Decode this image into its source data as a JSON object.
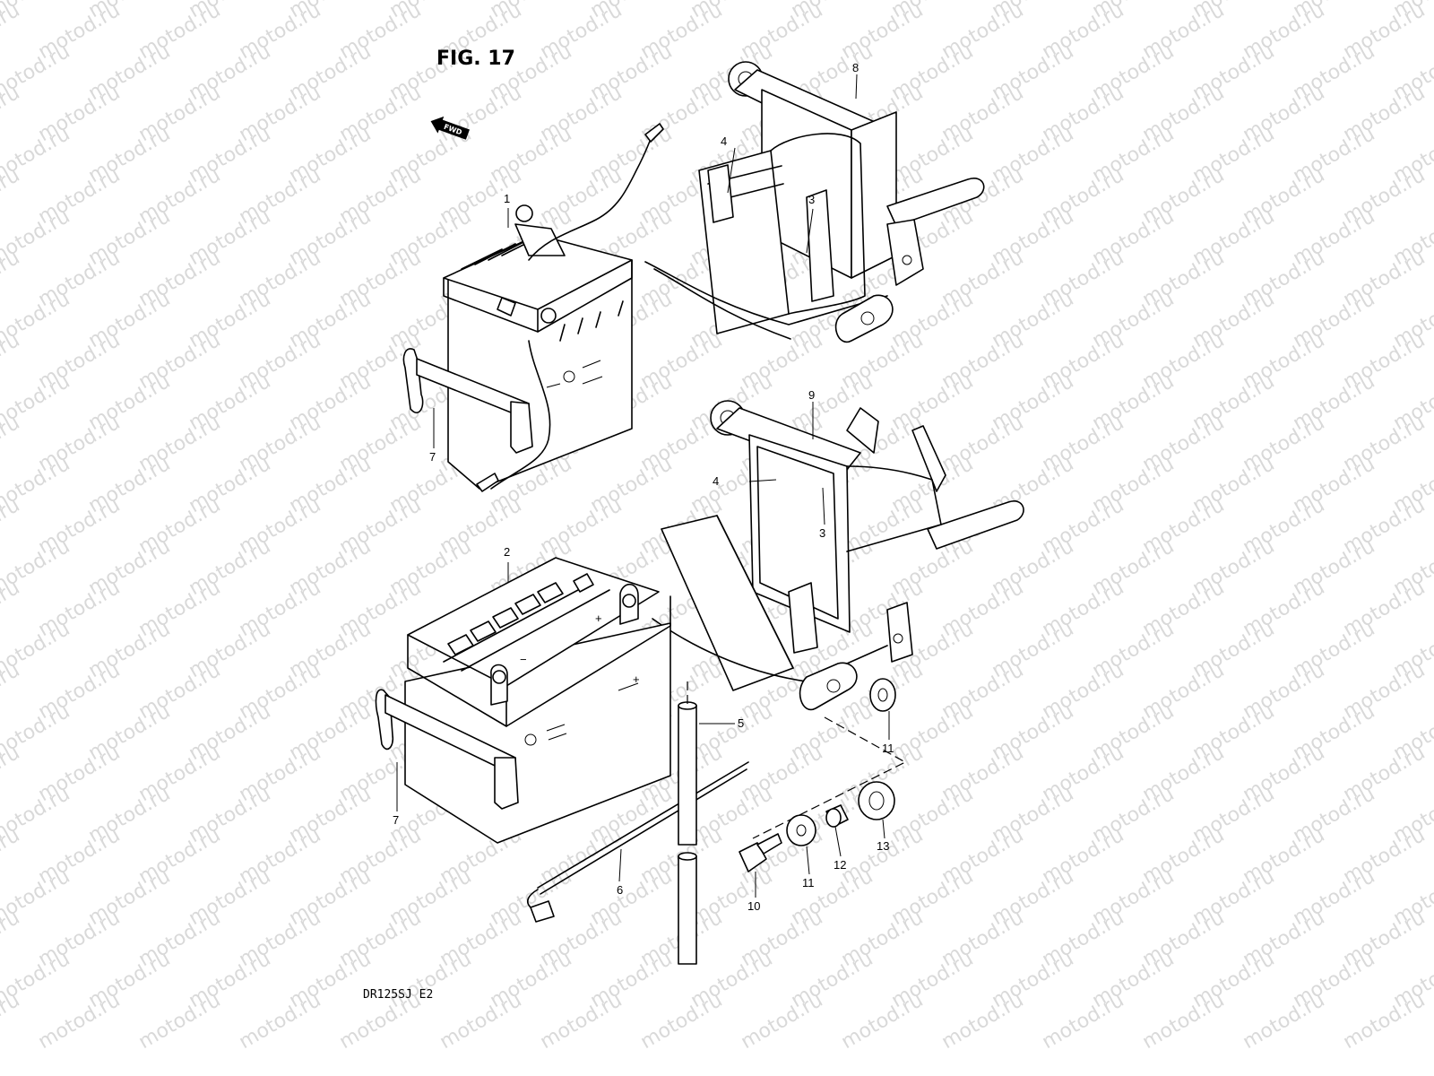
{
  "figure": {
    "title": "FIG. 17",
    "model_code": "DR125SJ  E2",
    "direction_label": "FWD"
  },
  "watermark": {
    "text": "motod.ru"
  },
  "callouts": {
    "c1": "1",
    "c2": "2",
    "c3a": "3",
    "c3b": "3",
    "c4a": "4",
    "c4b": "4",
    "c5": "5",
    "c6": "6",
    "c7a": "7",
    "c7b": "7",
    "c8": "8",
    "c9": "9",
    "c10": "10",
    "c11a": "11",
    "c11b": "11",
    "c12": "12",
    "c13": "13"
  },
  "battery_markings": {
    "plus": "+",
    "minus": "−"
  },
  "icons": [
    "fwd-arrow-icon"
  ]
}
